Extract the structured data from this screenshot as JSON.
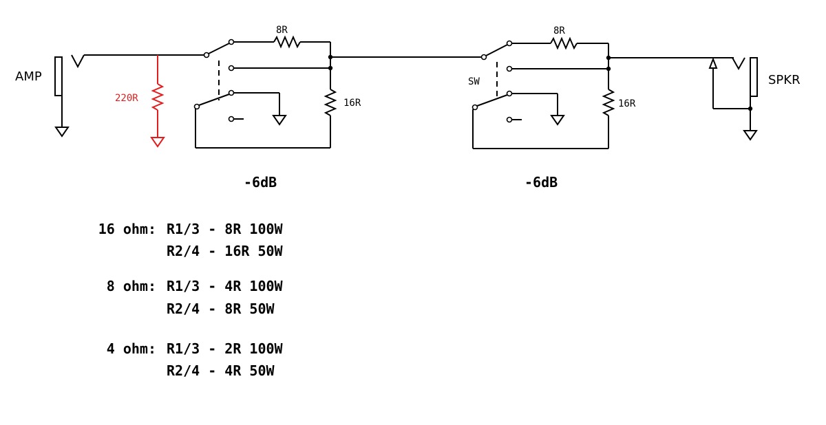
{
  "labels": {
    "amp": "AMP",
    "spkr": "SPKR",
    "sw": "SW",
    "resistor_red": "220R",
    "r1_top": "8R",
    "r1_shunt": "16R",
    "r2_top": "8R",
    "r2_shunt": "16R",
    "attenuation_1": "-6dB",
    "attenuation_2": "-6dB"
  },
  "colors": {
    "wire": "#000000",
    "highlight": "#e01e1e"
  },
  "table": [
    {
      "ohm": "16 ohm:",
      "line1": "R1/3 - 8R 100W",
      "line2": "R2/4 - 16R 50W"
    },
    {
      "ohm": "8 ohm:",
      "line1": "R1/3 - 4R 100W",
      "line2": "R2/4 - 8R 50W"
    },
    {
      "ohm": "4 ohm:",
      "line1": "R1/3 - 2R 100W",
      "line2": "R2/4 - 4R 50W"
    }
  ]
}
